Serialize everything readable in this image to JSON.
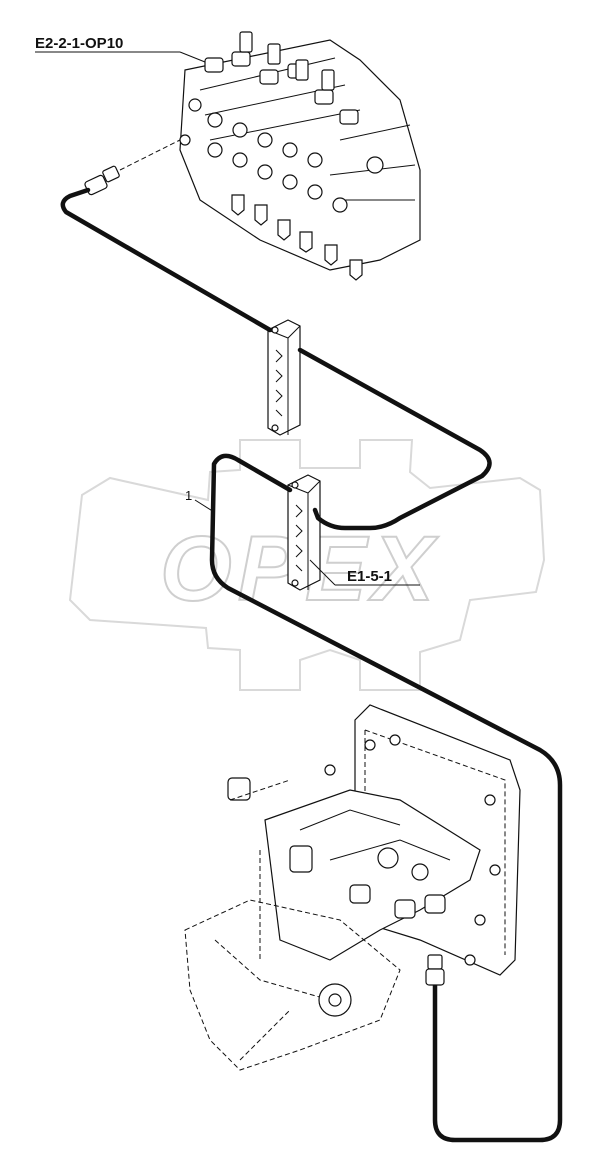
{
  "callouts": {
    "valve_block_ref": "E2-2-1-OP10",
    "manifold_ref": "E1-5-1",
    "hose_item": "1"
  },
  "watermark": {
    "brand": "OPEX",
    "color": "#d9d9d9"
  },
  "colors": {
    "line": "#111111",
    "background": "#ffffff"
  }
}
